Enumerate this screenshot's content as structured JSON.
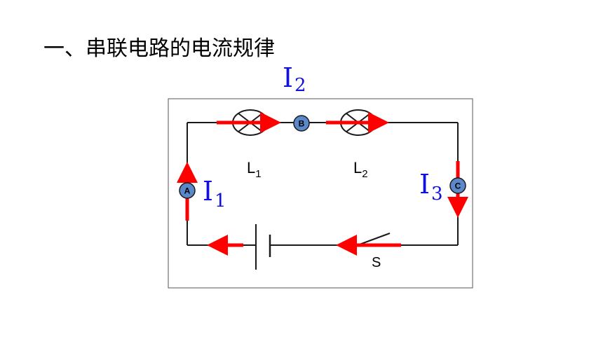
{
  "title": "一、串联电路的电流规律",
  "labels": {
    "i1": {
      "letter": "I",
      "sub": "1"
    },
    "i2": {
      "letter": "I",
      "sub": "2"
    },
    "i3": {
      "letter": "I",
      "sub": "3"
    }
  },
  "components": {
    "lamp1": {
      "letter": "L",
      "sub": "1"
    },
    "lamp2": {
      "letter": "L",
      "sub": "2"
    },
    "switch": "S"
  },
  "nodes": {
    "a": "A",
    "b": "B",
    "c": "C"
  },
  "colors": {
    "wire": "#1a1a1a",
    "arrow": "#ff0000",
    "current_label": "#1010e0",
    "node_fill": "#5b88c9",
    "frame": "#555555"
  }
}
